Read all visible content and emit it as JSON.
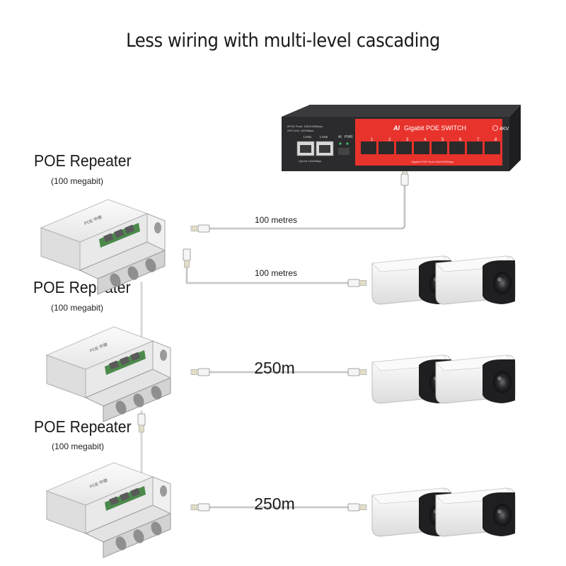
{
  "title": "Less wiring with multi-level cascading",
  "switch": {
    "brand": "AI",
    "name": "Gigabit POE SWITCH",
    "surge": "4KV",
    "spec_line1": "8POE Ports: 100/1000Mbps",
    "spec_line2": "2UP-Link: 1000Mbps",
    "lan1": "LAN1",
    "lan2": "LAN2",
    "ai_label": "AI",
    "pwr_label": "PWR",
    "uplink_caption": "UpLink 1000Mbps",
    "poe_caption": "Gigabit POE Ports 100/1000Mbps",
    "port_numbers": [
      "1",
      "2",
      "3",
      "4",
      "5",
      "6",
      "7",
      "8"
    ]
  },
  "repeaters": [
    {
      "label": "POE Repeater",
      "sub": "(100 megabit)"
    },
    {
      "label": "POE Repeater",
      "sub": "(100 megabit)"
    },
    {
      "label": "POE Repeater",
      "sub": "(100 megabit)"
    }
  ],
  "cables": [
    {
      "length": "100 metres"
    },
    {
      "length": "100 metres"
    },
    {
      "length": "250m"
    },
    {
      "length": "250m"
    }
  ],
  "colors": {
    "switch_body": "#2b2b2d",
    "switch_panel": "#e8322c",
    "cable": "#d9d9d9",
    "camera_body": "#f2f2f2",
    "camera_lens": "#1c1c1e"
  }
}
